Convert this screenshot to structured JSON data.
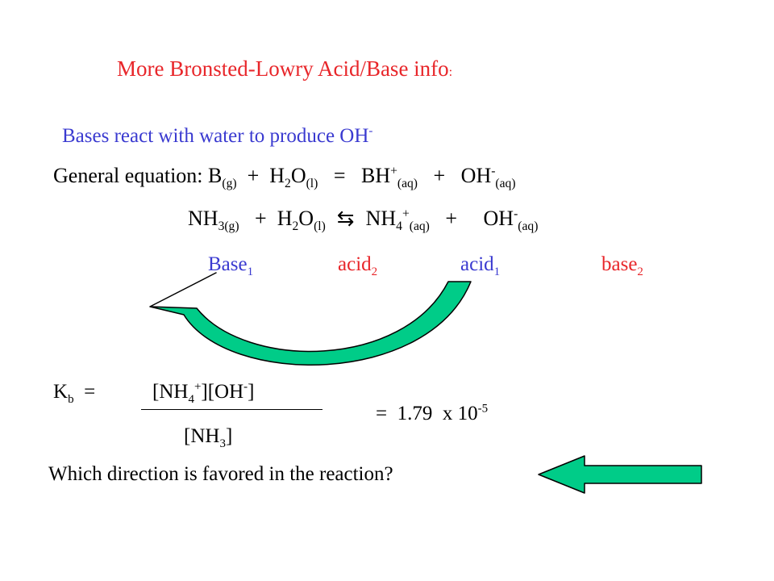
{
  "title": {
    "main": "More  Bronsted-Lowry Acid/Base info",
    "tail": ":"
  },
  "intro": {
    "text": "Bases react with water to produce OH",
    "sup": "-"
  },
  "general": {
    "label": "General equation: B",
    "b_sub": "(g)",
    "plus1": "  +  H",
    "h_sub": "2",
    "o": "O",
    "o_sub": "(l)",
    "eq": "   =   BH",
    "bh_sup": "+",
    "bh_sub": "(aq)",
    "plus2": "   +   OH",
    "oh_sup": "-",
    "oh_sub": "(aq)"
  },
  "reaction": {
    "nh": "NH",
    "nh_sub": "3(g)",
    "plus1": "   +  H",
    "h_sub": "2",
    "o": "O",
    "o_sub": "(l)",
    "arrow": "⇆",
    "nh4": "NH",
    "nh4_sub": "4",
    "nh4_sup": "+",
    "nh4_aq": "(aq)",
    "plus2": "   +     OH",
    "oh_sup": "-",
    "oh_aq": "(aq)"
  },
  "labels": {
    "base1": "Base",
    "base1_sub": "1",
    "acid2": "acid",
    "acid2_sub": "2",
    "acid1": "acid",
    "acid1_sub": "1",
    "base2": "base",
    "base2_sub": "2"
  },
  "kb": {
    "k": "K",
    "k_sub": "b",
    "eq": "  =",
    "num_a": "[NH",
    "num_sub": "4",
    "num_sup": "+",
    "num_b": "][OH",
    "num_sup2": "-",
    "num_c": "]",
    "den_a": "[NH",
    "den_sub": "3",
    "den_b": "]",
    "value": "=  1.79  x 10",
    "value_sup": "-5"
  },
  "question": "Which direction is favored in the reaction?",
  "colors": {
    "title": "#e8262a",
    "intro": "#3a3ad0",
    "arrow_fill": "#00cc88",
    "arrow_stroke": "#000000"
  }
}
